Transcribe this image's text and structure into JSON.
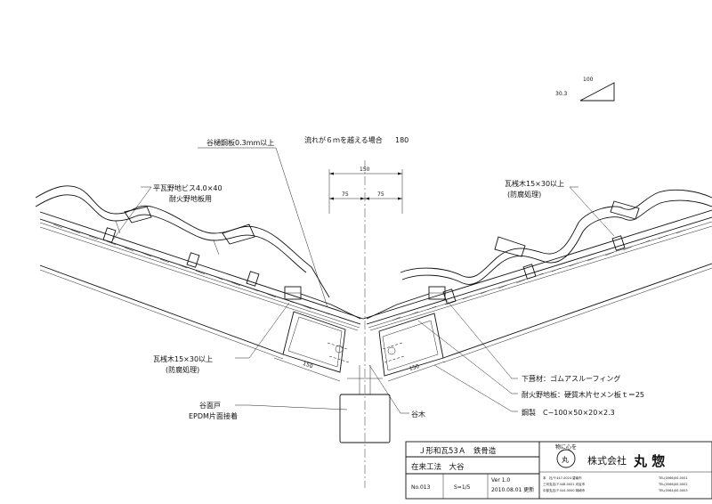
{
  "slope_marker": {
    "run": "100",
    "rise": "30.3"
  },
  "header_note": {
    "text": "流れが６ｍを越える場合",
    "value": "180"
  },
  "dimensions": {
    "total": "150",
    "left_half": "75",
    "right_half": "75",
    "left_slope": "150",
    "right_slope": "150"
  },
  "labels": {
    "gutter_sheet": "谷樋鋼板0.3mm以上",
    "screw_line1": "平瓦野地ビス4.0×40",
    "screw_line2": "耐火野地板用",
    "batten_right_line1": "瓦桟木15×30以上",
    "batten_right_line2": "(防腐処理)",
    "batten_left_line1": "瓦桟木15×30以上",
    "batten_left_line2": "(防腐処理)",
    "valley_door_line1": "谷面戸",
    "valley_door_line2": "EPDM片面接着",
    "valley_rafter": "谷木",
    "underlay": "下葺材：ゴムアスルーフィング",
    "sheathing": "耐火野地板：硬質木片セメン板ｔ＝25",
    "steel": "鋼製　C−100×50×20×2.3"
  },
  "title_block": {
    "product": "Ｊ形和瓦53Ａ　鉄骨造",
    "method": "在来工法　大谷",
    "number": "No.013",
    "scale": "S=1/5",
    "version": "Ver 1.0",
    "date": "2010.08.01 更新",
    "slogan": "物に心を",
    "logo_char": "丸",
    "company": "株式会社",
    "company_name": "丸 惣",
    "addr1": "本　社/〒447-0024 碧南市",
    "addr2": "三河支店/〒448-0021 刈谷市",
    "addr3": "中部支店/〒444-0000 岡崎市",
    "tel1": "TEL(0566)00-0001",
    "tel2": "TEL(0566)00-0002",
    "tel3": "TEL(0564)00-0003"
  }
}
